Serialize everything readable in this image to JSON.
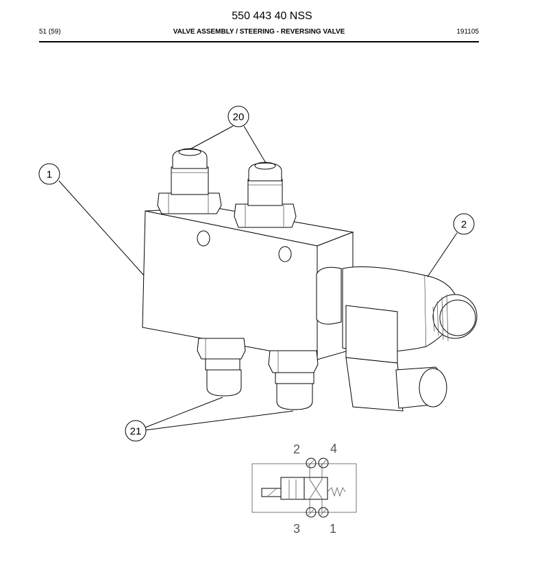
{
  "header": {
    "doc_number": "550 443 40 NSS",
    "page_ref": "51 (59)",
    "section_title": "VALVE ASSEMBLY / STEERING - REVERSING VALVE",
    "date_code": "191105"
  },
  "callouts": {
    "c1": "1",
    "c2": "2",
    "c20": "20",
    "c21": "21"
  },
  "schematic": {
    "port_2": "2",
    "port_4": "4",
    "port_3": "3",
    "port_1": "1"
  }
}
